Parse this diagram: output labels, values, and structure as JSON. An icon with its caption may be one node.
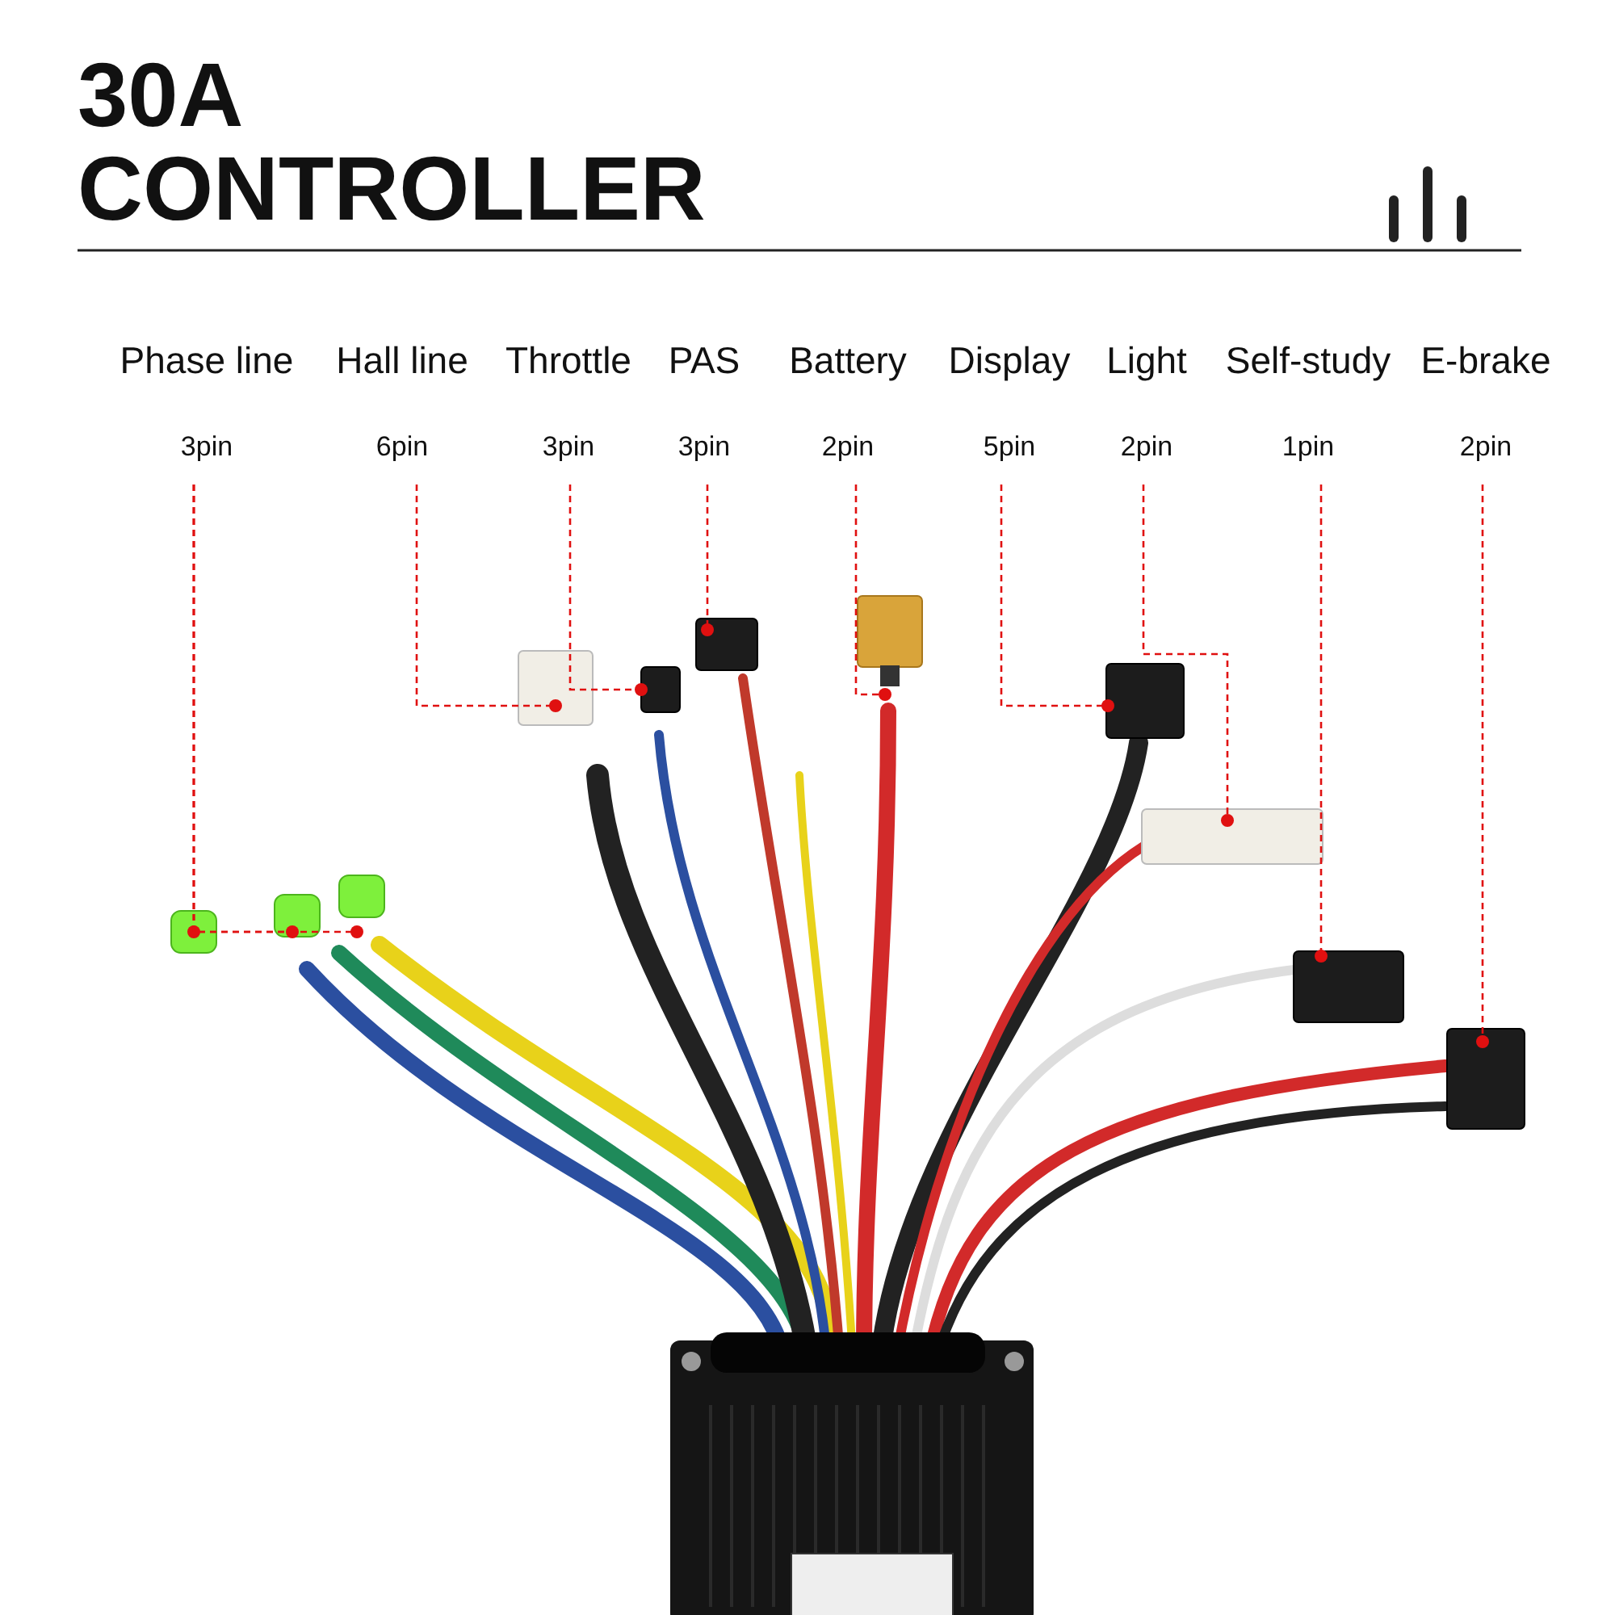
{
  "diagram": {
    "title": "30A CONTROLLER",
    "nodes": [
      {
        "text": [
          "Phase line",
          "3pin"
        ]
      },
      {
        "text": [
          "Hall line",
          "6pin"
        ]
      },
      {
        "text": [
          "Throttle",
          "3pin"
        ]
      },
      {
        "text": [
          "PAS",
          "3pin"
        ]
      },
      {
        "text": [
          "Battery",
          "2pin"
        ]
      },
      {
        "text": [
          "Display",
          "5pin"
        ]
      },
      {
        "text": [
          "Light",
          "2pin"
        ]
      },
      {
        "text": [
          "Self-study",
          "1pin"
        ]
      },
      {
        "text": [
          "E-brake",
          "2pin"
        ]
      },
      {
        "text": [],
        "shape": "box"
      },
      {
        "text": [],
        "shape": "box"
      },
      {
        "text": [],
        "shape": "box"
      },
      {
        "text": [],
        "shape": "box"
      },
      {
        "text": [],
        "shape": "box"
      },
      {
        "text": [],
        "shape": "box"
      },
      {
        "text": [],
        "shape": "box"
      },
      {
        "text": [],
        "shape": "box"
      },
      {
        "text": [],
        "shape": "box"
      },
      {
        "text": [],
        "shape": "box"
      },
      {
        "text": [],
        "shape": "box"
      }
    ],
    "edges": [
      {
        "from": 0,
        "to": 9,
        "arrow": "other",
        "style": "dashed"
      },
      {
        "from": 0,
        "to": 10,
        "arrow": "other",
        "style": "dashed"
      },
      {
        "from": 0,
        "to": 11,
        "arrow": "other",
        "style": "dashed"
      },
      {
        "from": 1,
        "to": 12,
        "arrow": "other",
        "style": "dashed"
      },
      {
        "from": 2,
        "to": 13,
        "arrow": "other",
        "style": "dashed"
      },
      {
        "from": 3,
        "to": 14,
        "arrow": "other",
        "style": "dashed"
      },
      {
        "from": 4,
        "to": 15,
        "arrow": "other",
        "style": "dashed"
      },
      {
        "from": 5,
        "to": 16,
        "arrow": "other",
        "style": "dashed"
      },
      {
        "from": 6,
        "to": 17,
        "arrow": "other",
        "style": "dashed"
      },
      {
        "from": 7,
        "to": 18,
        "arrow": "other",
        "style": "dashed"
      },
      {
        "from": 8,
        "to": 19,
        "arrow": "other",
        "style": "dashed"
      }
    ]
  }
}
